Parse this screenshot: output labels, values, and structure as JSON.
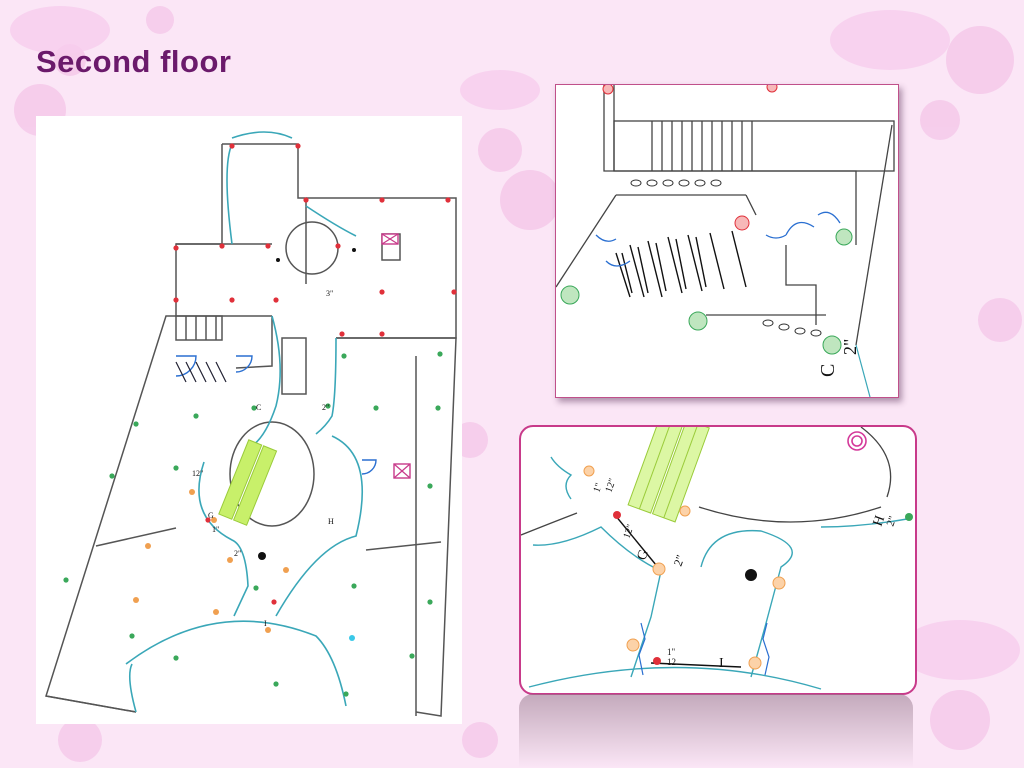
{
  "slide": {
    "title": "Second floor"
  },
  "labels": {
    "main": [
      "G",
      "H",
      "I",
      "12\"",
      "1\"",
      "2\"",
      "3\"",
      "C",
      "2\""
    ],
    "top_inset": [
      "C",
      "2\""
    ],
    "bottom_inset": [
      "G",
      "2\"",
      "12\"",
      "1\"",
      "12\"",
      "H",
      "2\"",
      "I",
      "1\"",
      "12"
    ]
  },
  "colors": {
    "title": "#6b1a6b",
    "background": "#fbe6f6",
    "wall": "#555555",
    "glass_wall": "#3aa7b8",
    "door": "#2a6fd1",
    "escalator": "#c8f06a",
    "marker_red": "#e0303a",
    "marker_green": "#3aa85a",
    "marker_orange": "#f0a050",
    "frame_border": "#c83a8a"
  }
}
